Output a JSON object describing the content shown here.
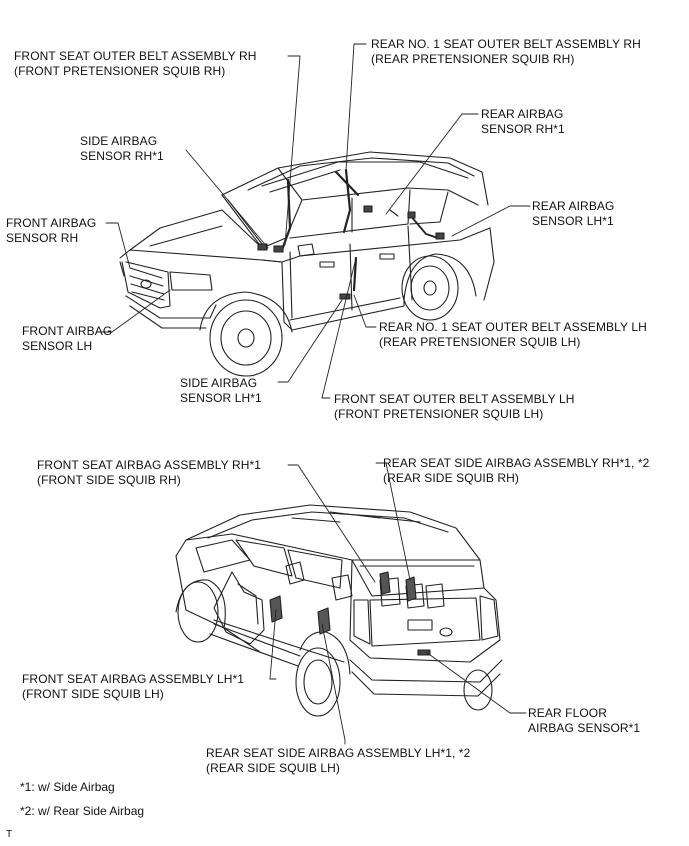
{
  "top_labels": {
    "front_belt_rh": [
      "FRONT SEAT OUTER BELT ASSEMBLY RH",
      "(FRONT PRETENSIONER SQUIB RH)"
    ],
    "rear_belt_rh": [
      "REAR NO. 1 SEAT OUTER BELT ASSEMBLY RH",
      "(REAR PRETENSIONER SQUIB RH)"
    ],
    "rear_airbag_sensor_rh": [
      "REAR AIRBAG",
      "SENSOR RH*1"
    ],
    "side_airbag_sensor_rh": [
      "SIDE AIRBAG",
      "SENSOR RH*1"
    ],
    "rear_airbag_sensor_lh": [
      "REAR AIRBAG",
      "SENSOR LH*1"
    ],
    "front_airbag_sensor_rh": [
      "FRONT AIRBAG",
      "SENSOR RH"
    ],
    "front_airbag_sensor_lh": [
      "FRONT AIRBAG",
      "SENSOR LH"
    ],
    "rear_belt_lh": [
      "REAR NO. 1 SEAT OUTER BELT ASSEMBLY LH",
      "(REAR PRETENSIONER SQUIB LH)"
    ],
    "side_airbag_sensor_lh": [
      "SIDE AIRBAG",
      "SENSOR LH*1"
    ],
    "front_belt_lh": [
      "FRONT SEAT OUTER BELT ASSEMBLY LH",
      "(FRONT PRETENSIONER SQUIB LH)"
    ]
  },
  "bottom_labels": {
    "front_seat_airbag_rh": [
      "FRONT SEAT AIRBAG ASSEMBLY RH*1",
      "(FRONT SIDE SQUIB RH)"
    ],
    "rear_seat_side_airbag_rh": [
      "REAR SEAT SIDE AIRBAG ASSEMBLY RH*1, *2",
      "(REAR SIDE SQUIB RH)"
    ],
    "front_seat_airbag_lh": [
      "FRONT SEAT AIRBAG ASSEMBLY LH*1",
      "(FRONT SIDE SQUIB LH)"
    ],
    "rear_floor_sensor": [
      "REAR FLOOR",
      "AIRBAG SENSOR*1"
    ],
    "rear_seat_side_airbag_lh": [
      "REAR SEAT SIDE AIRBAG ASSEMBLY LH*1, *2",
      "(REAR SIDE SQUIB LH)"
    ]
  },
  "notes": [
    "*1: w/ Side Airbag",
    "*2: w/ Rear Side Airbag"
  ],
  "corner_tag": "T"
}
